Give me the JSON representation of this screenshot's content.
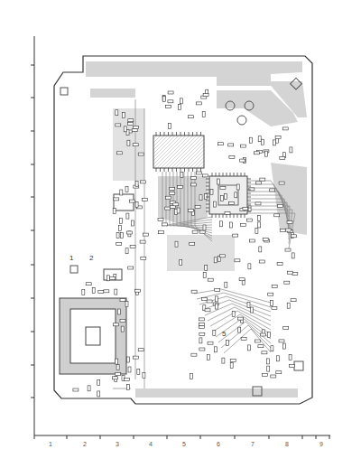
{
  "diagram": {
    "labels": [
      "1",
      "2",
      "5",
      "1",
      "2",
      "3",
      "4",
      "5",
      "6",
      "7",
      "8",
      "9"
    ]
  }
}
